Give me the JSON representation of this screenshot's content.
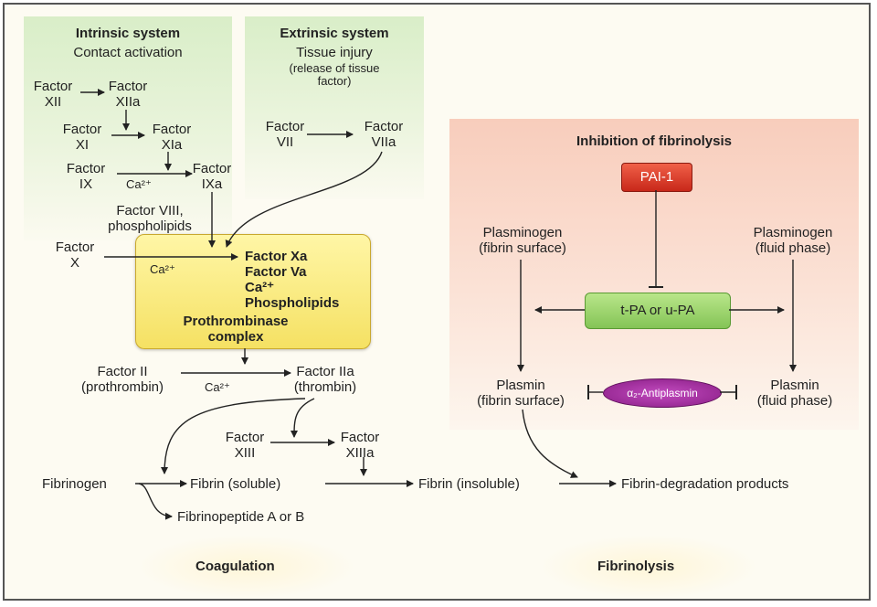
{
  "intrinsic": {
    "title": "Intrinsic system",
    "subtitle": "Contact activation"
  },
  "extrinsic": {
    "title": "Extrinsic system",
    "subtitle": "Tissue injury",
    "note_line1": "(release of tissue",
    "note_line2": "factor)"
  },
  "factors": {
    "xii": [
      "Factor",
      "XII"
    ],
    "xiia": [
      "Factor",
      "XIIa"
    ],
    "xi": [
      "Factor",
      "XI"
    ],
    "xia": [
      "Factor",
      "XIa"
    ],
    "ix": [
      "Factor",
      "IX"
    ],
    "ixa": [
      "Factor",
      "IXa"
    ],
    "viii": [
      "Factor VIII,",
      "phospholipids"
    ],
    "x": [
      "Factor",
      "X"
    ],
    "vii": [
      "Factor",
      "VII"
    ],
    "viia": [
      "Factor",
      "VIIa"
    ],
    "ii": [
      "Factor II",
      "(prothrombin)"
    ],
    "iia": [
      "Factor IIa",
      "(thrombin)"
    ],
    "xiii": [
      "Factor",
      "XIII"
    ],
    "xiiia": [
      "Factor",
      "XIIIa"
    ]
  },
  "calcium": "Ca²⁺",
  "prothrombinase": {
    "components": [
      "Factor Xa",
      "Factor Va",
      "Ca²⁺",
      "Phospholipids"
    ],
    "name_line1": "Prothrombinase",
    "name_line2": "complex"
  },
  "fibrin": {
    "fibrinogen": "Fibrinogen",
    "soluble": "Fibrin (soluble)",
    "insoluble": "Fibrin (insoluble)",
    "peptides": "Fibrinopeptide A or B",
    "degradation": "Fibrin-degradation products"
  },
  "fibrinolysis_panel": {
    "title": "Inhibition of fibrinolysis",
    "pai1": "PAI-1",
    "activator": "t-PA or u-PA",
    "plasminogen_surface": [
      "Plasminogen",
      "(fibrin surface)"
    ],
    "plasminogen_fluid": [
      "Plasminogen",
      "(fluid phase)"
    ],
    "plasmin_surface": [
      "Plasmin",
      "(fibrin surface)"
    ],
    "plasmin_fluid": [
      "Plasmin",
      "(fluid phase)"
    ],
    "antiplasmin": "α₂-Antiplasmin"
  },
  "footer": {
    "left": "Coagulation",
    "right": "Fibrinolysis"
  },
  "colors": {
    "panel_green": "#d9eec8",
    "panel_red": "#f8cdbc",
    "prothrombinase_yellow": "#f5e163",
    "pai1_red": "#c8281a",
    "activator_green": "#84c456",
    "antiplasmin_purple": "#8a1e86"
  }
}
